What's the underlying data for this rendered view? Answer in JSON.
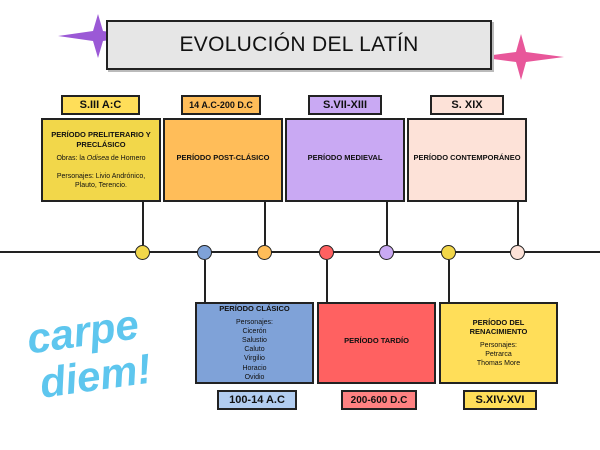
{
  "title": "EVOLUCIÓN DEL LATÍN",
  "top": [
    {
      "date": "S.III A:C",
      "heading": "PERÍODO PRELITERARIO Y PRECLÁSICO",
      "lines": [
        "Obras: la Odisea de Homero",
        "",
        "Personajes: Livio Andrónico, Plauto, Terencio."
      ]
    },
    {
      "date": "14 A.C-200 D.C",
      "heading": "PERÍODO POST-CLÁSICO",
      "lines": []
    },
    {
      "date": "S.VII-XIII",
      "heading": "PERÍODO MEDIEVAL",
      "lines": []
    },
    {
      "date": "S. XIX",
      "heading": "PERÍODO CONTEMPORÁNEO",
      "lines": []
    }
  ],
  "bottom": [
    {
      "date": "100-14 A.C",
      "heading": "PERÍODO CLÁSICO",
      "lines": [
        "Personajes:",
        "Cicerón",
        "Salustio",
        "Caluto",
        "Virgilio",
        "Horacio",
        "Ovidio"
      ]
    },
    {
      "date": "200-600 D.C",
      "heading": "PERÍODO TARDÍO",
      "lines": []
    },
    {
      "date": "S.XIV-XVI",
      "heading": "PERÍODO DEL RENACIMIENTO",
      "lines": [
        "Personajes:",
        "Petrarca",
        "Thomas More"
      ]
    }
  ],
  "logo": {
    "line1": "carpe",
    "line2": "diem!"
  },
  "colors": {
    "yellow": "#f2d74a",
    "orange": "#ffbd59",
    "purple": "#c9a9f3",
    "peach": "#fde2d8",
    "blue": "#7fa2d8",
    "red": "#ff6161",
    "logo": "#5ec6ee",
    "sparkle_purple": "#9b59d6",
    "sparkle_pink": "#e8579a"
  }
}
